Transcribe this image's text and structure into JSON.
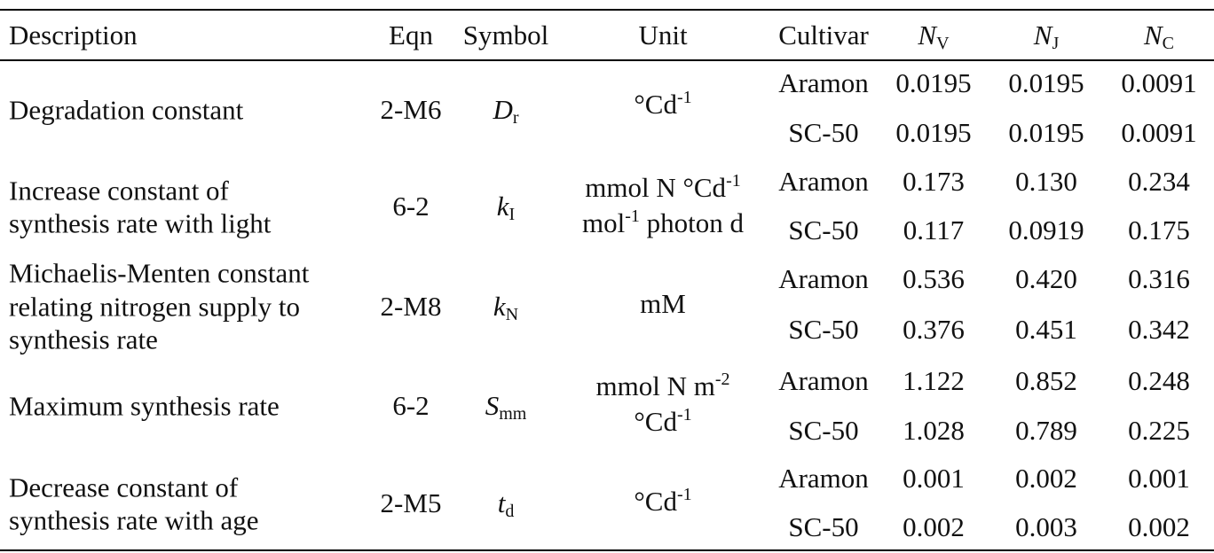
{
  "header": {
    "description": "Description",
    "eqn": "Eqn",
    "symbol": "Symbol",
    "unit": "Unit",
    "cultivar": "Cultivar",
    "nv": {
      "main": "N",
      "sub": "V"
    },
    "nj": {
      "main": "N",
      "sub": "J"
    },
    "nc": {
      "main": "N",
      "sub": "C"
    }
  },
  "rows": [
    {
      "desc": [
        "Degradation constant"
      ],
      "eqn": "2-M6",
      "symbol": {
        "main": "D",
        "sub": "r"
      },
      "unit": [
        {
          "parts": [
            [
              "°Cd",
              "-1"
            ]
          ]
        }
      ],
      "cultivars": [
        {
          "name": "Aramon",
          "nv": "0.0195",
          "nj": "0.0195",
          "nc": "0.0091"
        },
        {
          "name": "SC-50",
          "nv": "0.0195",
          "nj": "0.0195",
          "nc": "0.0091"
        }
      ]
    },
    {
      "desc": [
        "Increase constant of",
        "synthesis rate with light"
      ],
      "eqn": "6-2",
      "symbol": {
        "main": "k",
        "sub": "I"
      },
      "unit": [
        {
          "parts": [
            [
              "mmol N °Cd",
              "-1"
            ]
          ]
        },
        {
          "parts": [
            [
              "mol",
              "-1"
            ],
            [
              " photon d",
              ""
            ]
          ]
        }
      ],
      "cultivars": [
        {
          "name": "Aramon",
          "nv": "0.173",
          "nj": "0.130",
          "nc": "0.234"
        },
        {
          "name": "SC-50",
          "nv": "0.117",
          "nj": "0.0919",
          "nc": "0.175"
        }
      ]
    },
    {
      "desc": [
        "Michaelis-Menten constant",
        "relating nitrogen supply to",
        "synthesis rate"
      ],
      "eqn": "2-M8",
      "symbol": {
        "main": "k",
        "sub": "N"
      },
      "unit": [
        {
          "parts": [
            [
              "mM",
              ""
            ]
          ]
        }
      ],
      "cultivars": [
        {
          "name": "Aramon",
          "nv": "0.536",
          "nj": "0.420",
          "nc": "0.316"
        },
        {
          "name": "SC-50",
          "nv": "0.376",
          "nj": "0.451",
          "nc": "0.342"
        }
      ]
    },
    {
      "desc": [
        "Maximum synthesis rate"
      ],
      "eqn": "6-2",
      "symbol": {
        "main": "S",
        "sub": "mm"
      },
      "unit": [
        {
          "parts": [
            [
              "mmol N m",
              "-2"
            ]
          ]
        },
        {
          "parts": [
            [
              "°Cd",
              "-1"
            ]
          ]
        }
      ],
      "cultivars": [
        {
          "name": "Aramon",
          "nv": "1.122",
          "nj": "0.852",
          "nc": "0.248"
        },
        {
          "name": "SC-50",
          "nv": "1.028",
          "nj": "0.789",
          "nc": "0.225"
        }
      ]
    },
    {
      "desc": [
        "Decrease constant of",
        "synthesis rate with age"
      ],
      "eqn": "2-M5",
      "symbol": {
        "main": "t",
        "sub": "d"
      },
      "unit": [
        {
          "parts": [
            [
              "°Cd",
              "-1"
            ]
          ]
        }
      ],
      "cultivars": [
        {
          "name": "Aramon",
          "nv": "0.001",
          "nj": "0.002",
          "nc": "0.001"
        },
        {
          "name": "SC-50",
          "nv": "0.002",
          "nj": "0.003",
          "nc": "0.002"
        }
      ]
    }
  ]
}
